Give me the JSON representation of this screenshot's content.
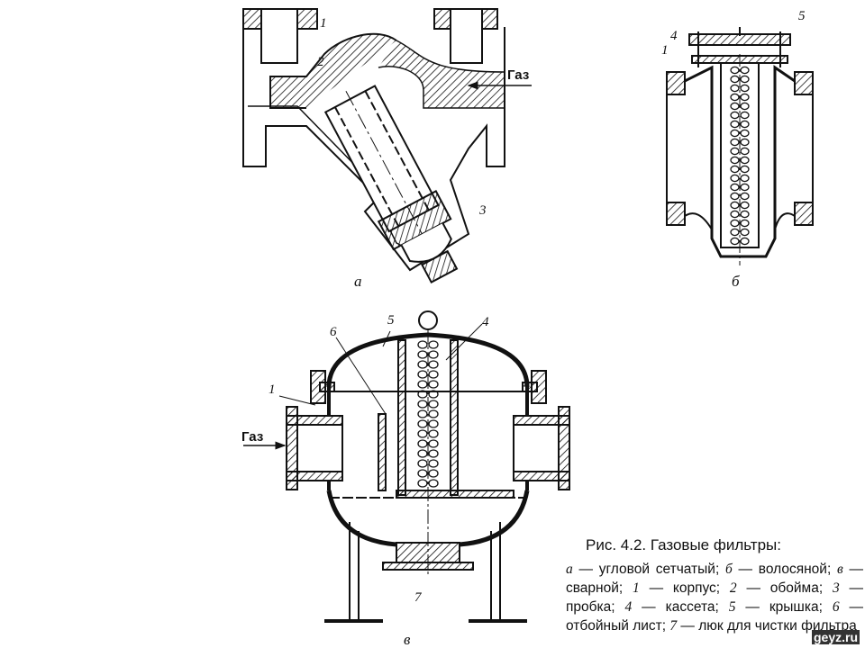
{
  "figure": {
    "gas_label": "Газ",
    "parts": [
      "1",
      "2",
      "3",
      "4",
      "5",
      "6",
      "7"
    ],
    "sublabels": {
      "a": "а",
      "b": "б",
      "v": "в"
    }
  },
  "caption": {
    "title": "Рис. 4.2. Газовые фильтры:",
    "body": [
      {
        "k": "а",
        "t": " — угловой сетчатый; "
      },
      {
        "k": "б",
        "t": " — волосяной; "
      },
      {
        "k": "в",
        "t": " — сварной; "
      },
      {
        "k": "1",
        "t": " — корпус; "
      },
      {
        "k": "2",
        "t": " — обойма; "
      },
      {
        "k": "3",
        "t": " — пробка; "
      },
      {
        "k": "4",
        "t": " — кассета; "
      },
      {
        "k": "5",
        "t": " — крышка; "
      },
      {
        "k": "6",
        "t": " — отбойный лист; "
      },
      {
        "k": "7",
        "t": " — люк для чистки фильтра"
      }
    ]
  },
  "watermark": "geyz.ru"
}
